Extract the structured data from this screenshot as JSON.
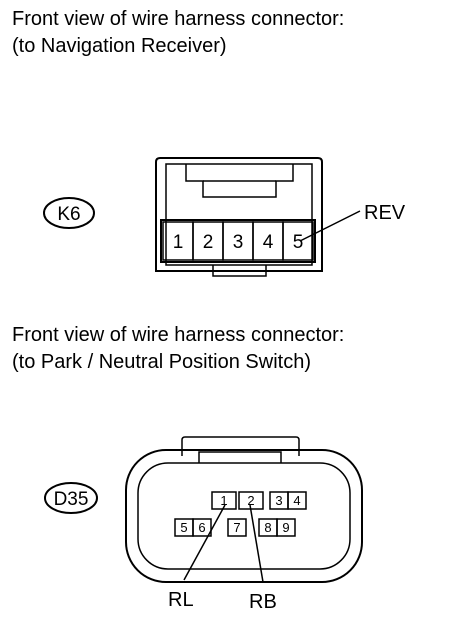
{
  "connector_k6": {
    "caption_line1": "Front view of wire harness connector:",
    "caption_line2": "(to Navigation Receiver)",
    "code": "K6",
    "pins": [
      "1",
      "2",
      "3",
      "4",
      "5"
    ],
    "callout": "REV"
  },
  "connector_d35": {
    "caption_line1": "Front view of wire harness connector:",
    "caption_line2": "(to Park / Neutral Position Switch)",
    "code": "D35",
    "pins_top": [
      "1",
      "2",
      "3",
      "4"
    ],
    "pins_bottom": [
      "5",
      "6",
      "7",
      "8",
      "9"
    ],
    "callout_left": "RL",
    "callout_right": "RB"
  }
}
